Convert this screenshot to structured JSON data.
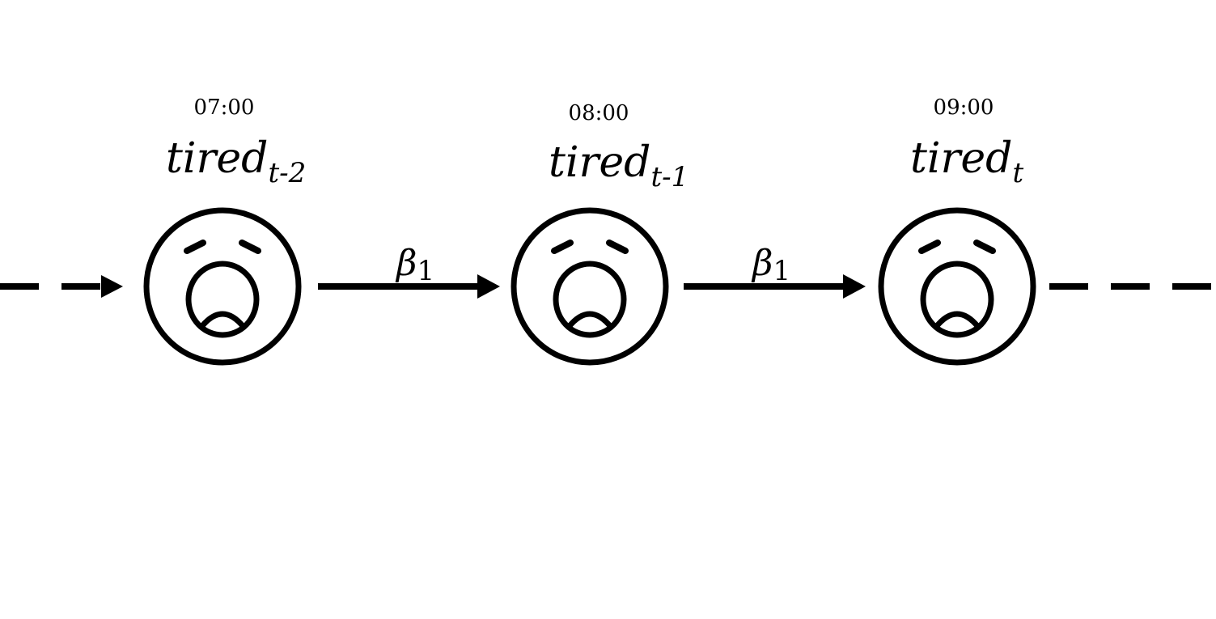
{
  "nodes": [
    {
      "id": "tired-t-2",
      "time": "07:00",
      "label": "tired",
      "subscript": "t-2",
      "icon": "tired-face-icon"
    },
    {
      "id": "tired-t-1",
      "time": "08:00",
      "label": "tired",
      "subscript": "t-1",
      "icon": "tired-face-icon"
    },
    {
      "id": "tired-t",
      "time": "09:00",
      "label": "tired",
      "subscript": "t",
      "icon": "tired-face-icon"
    }
  ],
  "edges": [
    {
      "from": "tired-t-2",
      "to": "tired-t-1",
      "label": "β",
      "subscript": "1",
      "style": "solid"
    },
    {
      "from": "tired-t-1",
      "to": "tired-t",
      "label": "β",
      "subscript": "1",
      "style": "solid"
    }
  ],
  "incoming_edge": {
    "style": "dashed"
  },
  "outgoing_edge": {
    "style": "dashed"
  },
  "colors": {
    "stroke": "#000000",
    "background": "#ffffff"
  }
}
